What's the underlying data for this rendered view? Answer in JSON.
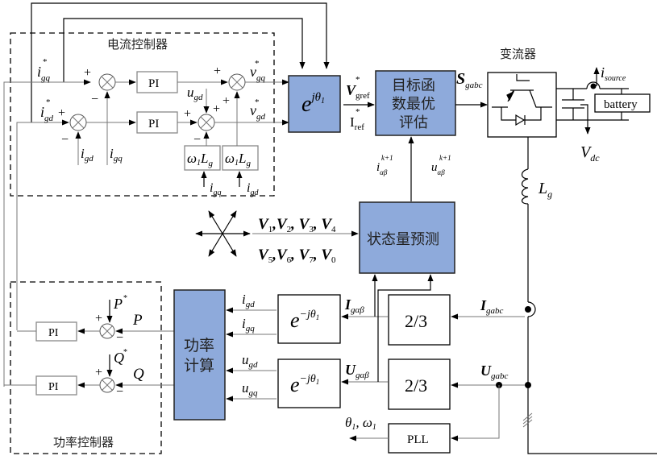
{
  "current_controller": {
    "title": "电流控制器",
    "inputs": {
      "igq_ref": "i",
      "igq_ref_sub": "gq",
      "igd_ref": "i",
      "igd_ref_sub": "gd",
      "star": "*"
    },
    "pi_q": "PI",
    "pi_d": "PI",
    "feedback_igd": "gd",
    "feedback_igq": "gq",
    "ugd": "gd",
    "vgq_ref_sub": "gq",
    "vgd_ref_sub": "gd",
    "wLg_1": "L",
    "wLg_2": "L",
    "wLg_in_1": "gq",
    "wLg_in_2": "gd",
    "plus": "+",
    "minus": "−"
  },
  "rotation_block": {
    "label": "e",
    "exp": "jθ",
    "exp_sub": "1"
  },
  "reference_labels": {
    "v_gref": "V",
    "v_gref_sub": "gref",
    "i_ref": "I",
    "i_ref_sub": "ref",
    "star": "*"
  },
  "objective_block": {
    "lines": [
      "目标函",
      "数最优",
      "评估"
    ]
  },
  "switching_signal": {
    "label": "S",
    "sub": "gabc"
  },
  "converter": {
    "title": "变流器"
  },
  "battery": {
    "label": "battery"
  },
  "dc_labels": {
    "i_source": "i",
    "i_source_sub": "source",
    "vdc": "V",
    "vdc_sub": "dc"
  },
  "filter": {
    "label": "L",
    "sub": "g"
  },
  "prediction_inputs": {
    "i_pred": "i",
    "u_pred": "u",
    "sub": "αβ",
    "sup": "k+1"
  },
  "voltage_vectors": {
    "row1": [
      "V",
      "1",
      "V",
      "2",
      "V",
      "3",
      "V",
      "4"
    ],
    "row2": [
      "V",
      "5",
      "V",
      "6",
      "V",
      "7",
      "V",
      "0"
    ]
  },
  "prediction_block": {
    "label": "状态量预测"
  },
  "power_calc_block": {
    "lines": [
      "功率",
      "计算"
    ]
  },
  "inverse_rotation": {
    "label": "e",
    "exp": "−jθ",
    "exp_sub": "1"
  },
  "dq_signals": {
    "igd": "gd",
    "igq": "gq",
    "ugd": "gd",
    "ugq": "gq"
  },
  "transform_blocks": {
    "label": "2/3"
  },
  "alpha_beta": {
    "i": "I",
    "u": "U",
    "sub": "gαβ"
  },
  "abc": {
    "i": "I",
    "u": "U",
    "sub": "gabc"
  },
  "pll": {
    "label": "PLL",
    "out": "θ",
    "out_sub": "1",
    "out2": "ω",
    "out2_sub": "1"
  },
  "power_controller": {
    "title": "功率控制器",
    "pi_p": "PI",
    "pi_q": "PI",
    "p": "P",
    "q": "Q",
    "star": "*"
  }
}
